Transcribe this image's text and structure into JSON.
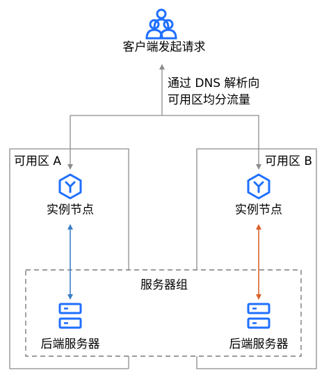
{
  "colors": {
    "brand_blue": "#1f6fff",
    "line_gray": "#8c8c8c",
    "arrow_blue": "#3b7fc4",
    "arrow_orange": "#d9622b",
    "dash_gray": "#7a7a7a"
  },
  "client": {
    "label": "客户端发起请求",
    "icon": "users-icon"
  },
  "dns_note": {
    "line1": "通过 DNS 解析向",
    "line2": "可用区均分流量"
  },
  "zones": [
    {
      "label": "可用区 A",
      "instance_label": "实例节点",
      "instance_icon": "hexagon-node-icon",
      "backend_label": "后端服务器",
      "backend_icon": "server-icon"
    },
    {
      "label": "可用区 B",
      "instance_label": "实例节点",
      "instance_icon": "hexagon-node-icon",
      "backend_label": "后端服务器",
      "backend_icon": "server-icon"
    }
  ],
  "server_group": {
    "label": "服务器组"
  }
}
